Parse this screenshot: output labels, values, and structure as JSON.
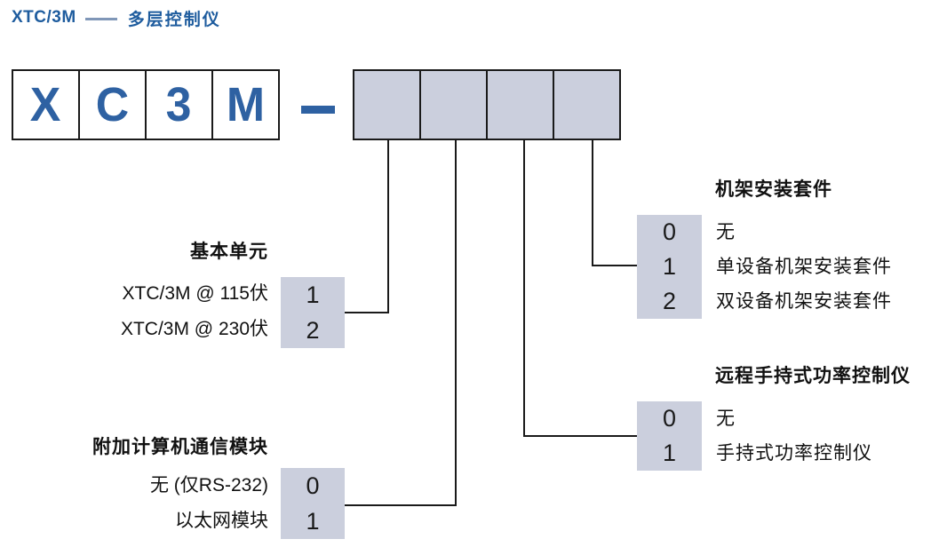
{
  "title": {
    "code": "XTC/3M",
    "name": "多层控制仪"
  },
  "model_code": {
    "letters": [
      "X",
      "C",
      "3",
      "M"
    ],
    "separator": "–",
    "blank_box_count": 4
  },
  "groups": [
    {
      "id": "basic-unit",
      "heading": "基本单元",
      "side": "left",
      "options": [
        {
          "label": "XTC/3M @ 115伏",
          "value": "1"
        },
        {
          "label": "XTC/3M @ 230伏",
          "value": "2"
        }
      ]
    },
    {
      "id": "computer-comm-module",
      "heading": "附加计算机通信模块",
      "side": "left",
      "options": [
        {
          "label": "无 (仅RS-232)",
          "value": "0"
        },
        {
          "label": "以太网模块",
          "value": "1"
        }
      ]
    },
    {
      "id": "rack-mount-kit",
      "heading": "机架安装套件",
      "side": "right",
      "options": [
        {
          "value": "0",
          "label": "无"
        },
        {
          "value": "1",
          "label": "单设备机架安装套件"
        },
        {
          "value": "2",
          "label": "双设备机架安装套件"
        }
      ]
    },
    {
      "id": "remote-handheld-controller",
      "heading": "远程手持式功率控制仪",
      "side": "right",
      "options": [
        {
          "value": "0",
          "label": "无"
        },
        {
          "value": "1",
          "label": "手持式功率控制仪"
        }
      ]
    }
  ],
  "colors": {
    "title_blue": "#1e5c9e",
    "code_blue": "#2e61a2",
    "box_fill": "#cbcfdd",
    "line_color": "#1a1a1a",
    "dash_light": "#8097b8"
  }
}
